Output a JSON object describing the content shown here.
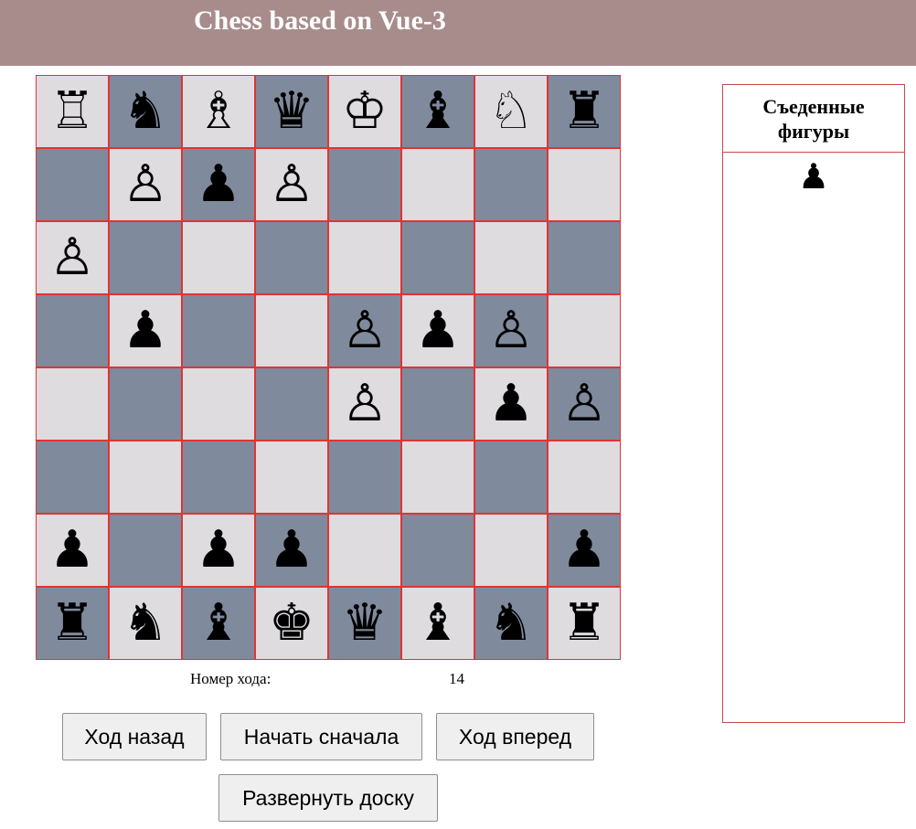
{
  "header": {
    "title": "Chess based on Vue-3"
  },
  "board": {
    "light_color": "#dedcdf",
    "dark_color": "#7f8a9c",
    "border_color": "#e03434",
    "rows": [
      [
        "white-rook",
        "black-knight",
        "white-bishop",
        "black-queen",
        "white-king",
        "black-bishop",
        "white-knight",
        "black-rook"
      ],
      [
        "",
        "white-pawn",
        "black-pawn",
        "white-pawn",
        "",
        "",
        "",
        ""
      ],
      [
        "white-pawn",
        "",
        "",
        "",
        "",
        "",
        "",
        ""
      ],
      [
        "",
        "black-pawn",
        "",
        "",
        "white-pawn",
        "black-pawn",
        "white-pawn",
        ""
      ],
      [
        "",
        "",
        "",
        "",
        "white-pawn",
        "",
        "black-pawn",
        "white-pawn"
      ],
      [
        "",
        "",
        "",
        "",
        "",
        "",
        "",
        ""
      ],
      [
        "black-pawn",
        "",
        "black-pawn",
        "black-pawn",
        "",
        "",
        "",
        "black-pawn"
      ],
      [
        "black-rook",
        "black-knight",
        "black-bishop",
        "black-king",
        "black-queen",
        "black-bishop",
        "black-knight",
        "black-rook"
      ]
    ]
  },
  "status": {
    "move_label": "Номер хода:",
    "move_number": "14"
  },
  "controls": {
    "back_label": "Ход назад",
    "restart_label": "Начать сначала",
    "forward_label": "Ход вперед",
    "flip_label": "Развернуть доску"
  },
  "captured": {
    "title": "Съеденные фигуры",
    "pieces": [
      "black-pawn"
    ]
  }
}
